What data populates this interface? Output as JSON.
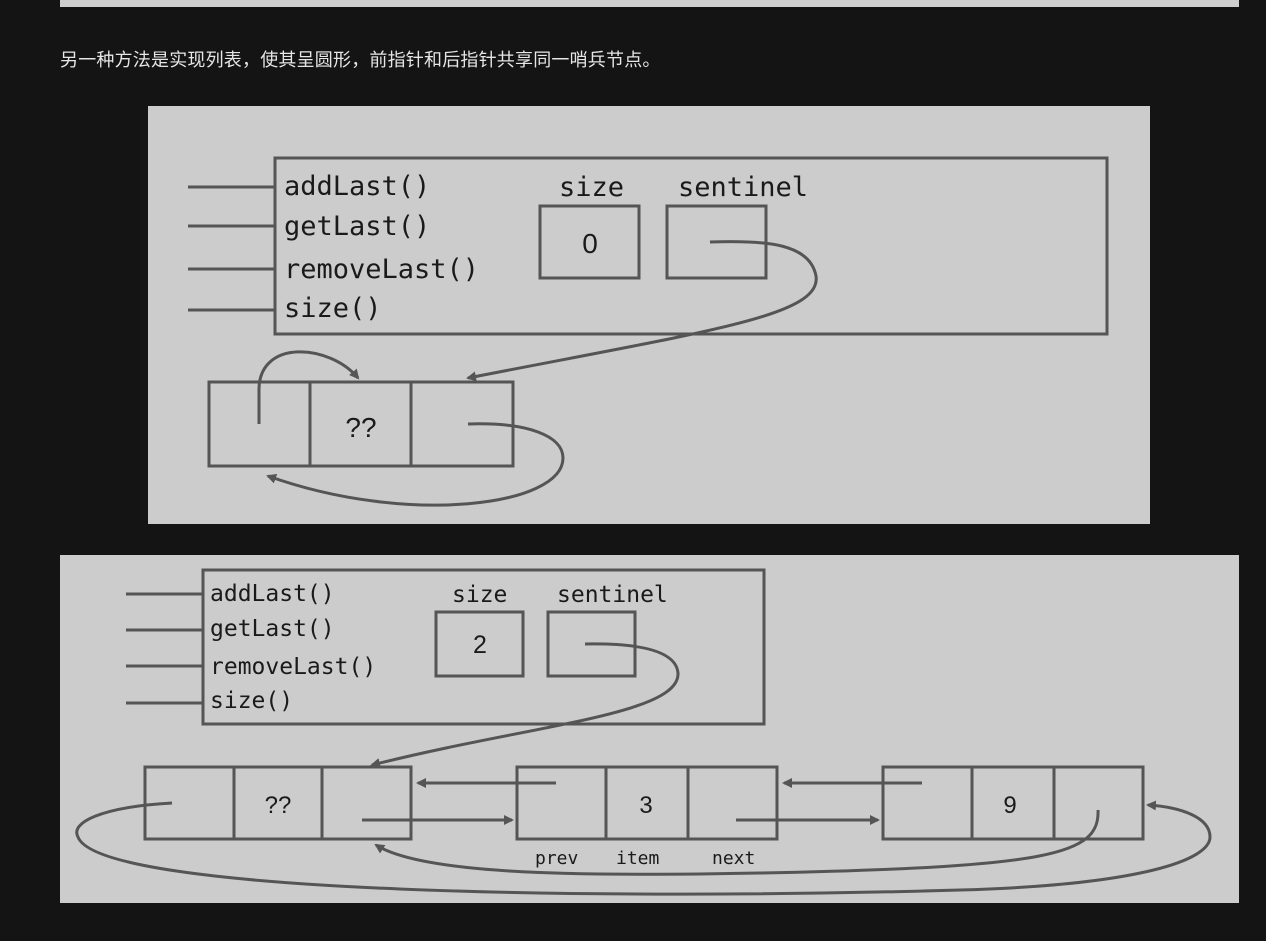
{
  "paragraph": "另一种方法是实现列表，使其呈圆形，前指针和后指针共享同一哨兵节点。",
  "colors": {
    "page_bg": "#141414",
    "figure_bg": "#cccccc",
    "stroke": "#555555",
    "text": "#e6e6e6"
  },
  "figure1": {
    "methods": [
      "addLast()",
      "getLast()",
      "removeLast()",
      "size()"
    ],
    "size_label": "size",
    "sentinel_label": "sentinel",
    "size_value": "0",
    "node_item": "??"
  },
  "figure2": {
    "methods": [
      "addLast()",
      "getLast()",
      "removeLast()",
      "size()"
    ],
    "size_label": "size",
    "sentinel_label": "sentinel",
    "size_value": "2",
    "nodes": [
      {
        "item": "??"
      },
      {
        "item": "3"
      },
      {
        "item": "9"
      }
    ],
    "field_labels": {
      "prev": "prev",
      "item": "item",
      "next": "next"
    }
  }
}
